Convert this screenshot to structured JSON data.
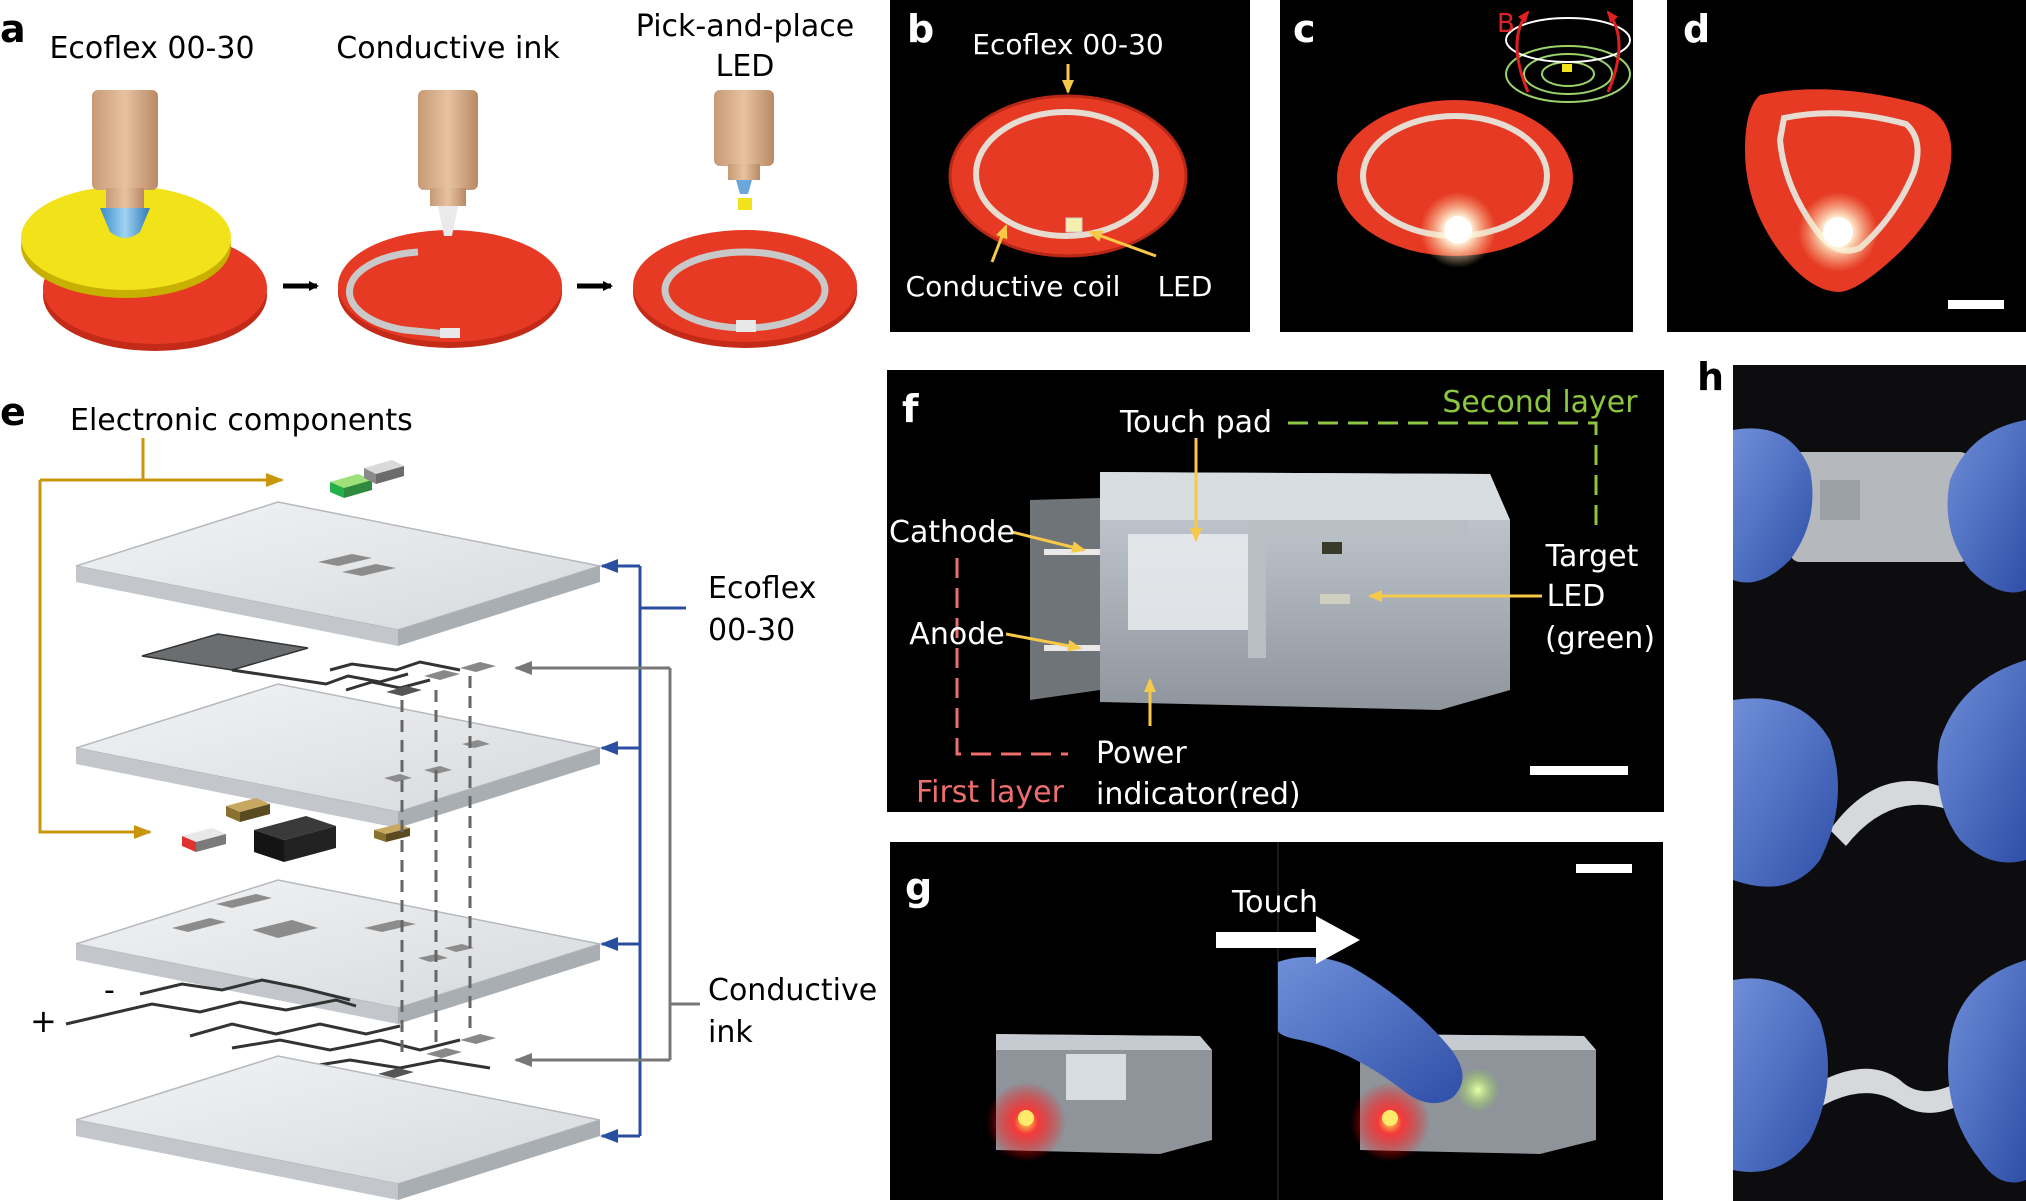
{
  "panel_letters": {
    "a": "a",
    "b": "b",
    "c": "c",
    "d": "d",
    "e": "e",
    "f": "f",
    "g": "g",
    "h": "h"
  },
  "panel_a": {
    "step1": "Ecoflex 00-30",
    "step2": "Conductive ink",
    "step3_line1": "Pick-and-place",
    "step3_line2": "LED"
  },
  "panel_b": {
    "top_label": "Ecoflex 00-30",
    "coil_label": "Conductive coil",
    "led_label": "LED"
  },
  "panel_c": {
    "field_label": "B"
  },
  "panel_e": {
    "components_label": "Electronic components",
    "ecoflex_line1": "Ecoflex",
    "ecoflex_line2": "00-30",
    "ink_line1": "Conductive",
    "ink_line2": "ink",
    "minus": "-",
    "plus": "+"
  },
  "panel_f": {
    "touch_pad": "Touch pad",
    "second_layer": "Second layer",
    "cathode": "Cathode",
    "anode": "Anode",
    "target_line1": "Target",
    "target_line2": "LED",
    "target_line3": "(green)",
    "power_line1": "Power",
    "power_line2": "indicator(red)",
    "first_layer": "First layer"
  },
  "panel_g": {
    "touch": "Touch"
  },
  "colors": {
    "ecoflex_red": "#e63a24",
    "ecoflex_yellow": "#f2e21a",
    "ink_gray": "#c9c9c9",
    "arrow_gold": "#c8960a",
    "arrow_blue": "#2b4fa0",
    "arrow_gray": "#777777",
    "annot_yellow": "#f7c948",
    "second_layer_green": "#8dc63f",
    "first_layer_red": "#ee6d6d"
  }
}
